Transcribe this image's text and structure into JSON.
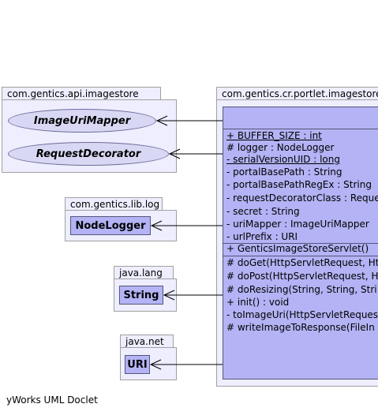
{
  "packages": {
    "imagestore_api": {
      "name": "com.gentics.api.imagestore"
    },
    "portlet": {
      "name": "com.gentics.cr.portlet.imagestore"
    },
    "log": {
      "name": "com.gentics.lib.log"
    },
    "lang": {
      "name": "java.lang"
    },
    "net": {
      "name": "java.net"
    }
  },
  "interfaces": {
    "image_uri_mapper": "ImageUriMapper",
    "request_decorator": "RequestDecorator"
  },
  "classes": {
    "node_logger": "NodeLogger",
    "string": "String",
    "uri": "URI"
  },
  "servlet": {
    "attributes": [
      "+  BUFFER_SIZE : int",
      "# logger : NodeLogger",
      "-  serialVersionUID : long",
      "-  portalBasePath : String",
      "-  portalBasePathRegEx : String",
      "-  requestDecoratorClass : Request",
      "-  secret : String",
      "-  uriMapper : ImageUriMapper",
      "-  urlPrefix : URI"
    ],
    "constructors": [
      "+  GenticsImageStoreServlet()"
    ],
    "methods": [
      "# doGet(HttpServletRequest, Htt",
      "# doPost(HttpServletRequest, Ht",
      "# doResizing(String, String, Stri",
      "+ init() : void",
      "-  toImageUri(HttpServletReques",
      "# writeImageToResponse(FileIn"
    ]
  },
  "footer": "yWorks UML Doclet"
}
